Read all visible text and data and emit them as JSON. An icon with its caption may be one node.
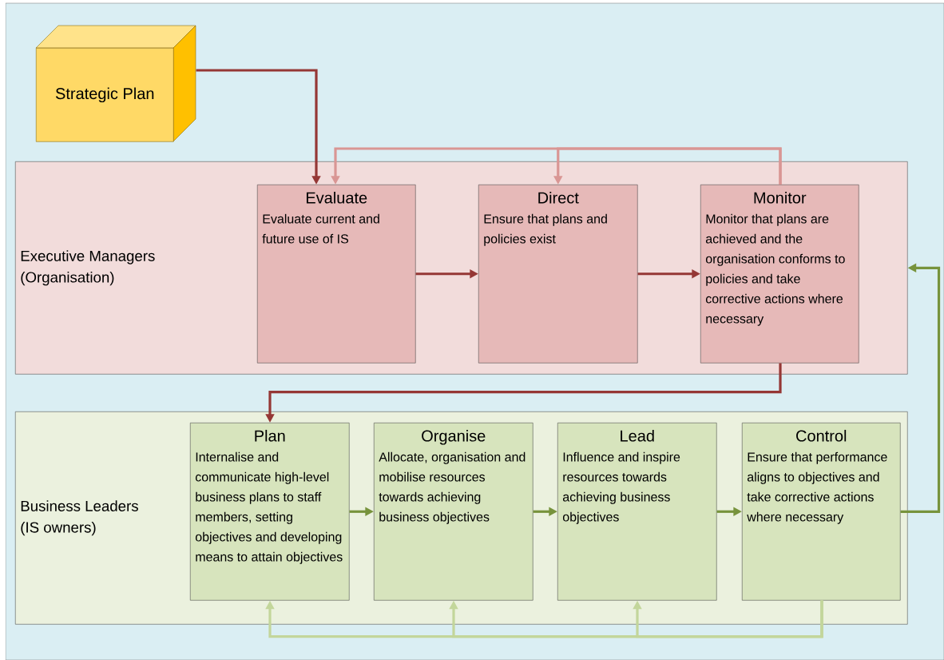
{
  "diagram": {
    "nodes": [
      {
        "text": [
          "Strategic Plan"
        ]
      },
      {
        "text": [
          "Executive Managers (Organisation)"
        ]
      },
      {
        "text": [
          "Evaluate",
          "Evaluate current and future use of IS"
        ],
        "in": 1
      },
      {
        "text": [
          "Direct",
          "Ensure that plans and policies exist"
        ],
        "in": 1
      },
      {
        "text": [
          "Monitor",
          "Monitor that plans are achieved and the organisation conforms to policies and take corrective actions where necessary"
        ],
        "in": 1
      },
      {
        "text": [
          "Business Leaders (IS owners)"
        ]
      },
      {
        "text": [
          "Plan",
          "Internalise and communicate high-level business plans to staff members, setting objectives and developing means to attain objectives"
        ],
        "in": 5
      },
      {
        "text": [
          "Organise",
          "Allocate, organisation and mobilise resources towards achieving business objectives"
        ],
        "in": 5
      },
      {
        "text": [
          "Lead",
          "Influence and inspire resources towards achieving business objectives"
        ],
        "in": 5
      },
      {
        "text": [
          "Control",
          "Ensure that performance aligns to objectives and take corrective actions where necessary"
        ],
        "in": 5
      }
    ],
    "edges": [
      {
        "from": 0,
        "to": 2,
        "arrow": "to",
        "color": "#953735"
      },
      {
        "from": 2,
        "to": 3,
        "arrow": "to",
        "color": "#953735"
      },
      {
        "from": 3,
        "to": 4,
        "arrow": "to",
        "color": "#953735"
      },
      {
        "from": 4,
        "to": 2,
        "arrow": "to",
        "color": "#d99694"
      },
      {
        "from": 4,
        "to": 3,
        "arrow": "to",
        "color": "#d99694"
      },
      {
        "from": 4,
        "to": 6,
        "arrow": "to",
        "color": "#953735"
      },
      {
        "from": 6,
        "to": 7,
        "arrow": "to",
        "color": "#77933c"
      },
      {
        "from": 7,
        "to": 8,
        "arrow": "to",
        "color": "#77933c"
      },
      {
        "from": 8,
        "to": 9,
        "arrow": "to",
        "color": "#77933c"
      },
      {
        "from": 9,
        "to": 1,
        "arrow": "to",
        "color": "#77933c"
      },
      {
        "from": 9,
        "to": 6,
        "arrow": "to",
        "color": "#c3d69b"
      },
      {
        "from": 9,
        "to": 7,
        "arrow": "to",
        "color": "#c3d69b"
      },
      {
        "from": 9,
        "to": 8,
        "arrow": "to",
        "color": "#c3d69b"
      }
    ]
  }
}
